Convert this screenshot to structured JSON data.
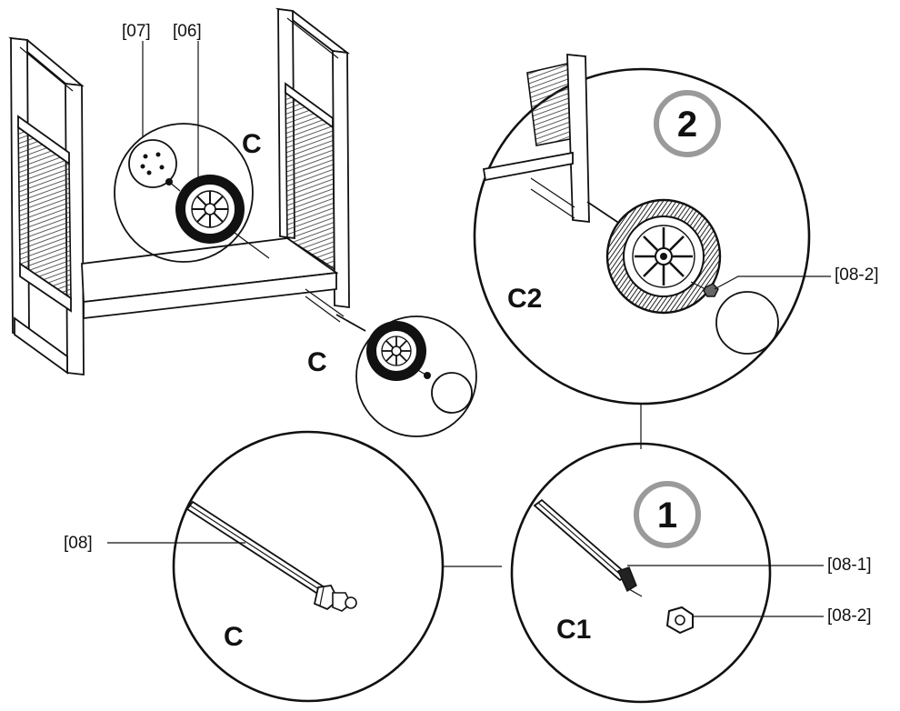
{
  "overview": {
    "part_label_07": "[07]",
    "part_label_06": "[06]",
    "view_c_top": "C",
    "view_c_right": "C"
  },
  "detail_c2": {
    "view_label": "C2",
    "step_number": "2",
    "part_label_08_2": "[08-2]"
  },
  "detail_c": {
    "view_label": "C",
    "part_label_08": "[08]"
  },
  "detail_c1": {
    "view_label": "C1",
    "step_number": "1",
    "part_label_08_1": "[08-1]",
    "part_label_08_2": "[08-2]"
  },
  "colors": {
    "line": "#111111",
    "step_ring": "#9a9a9a",
    "background": "#ffffff"
  }
}
